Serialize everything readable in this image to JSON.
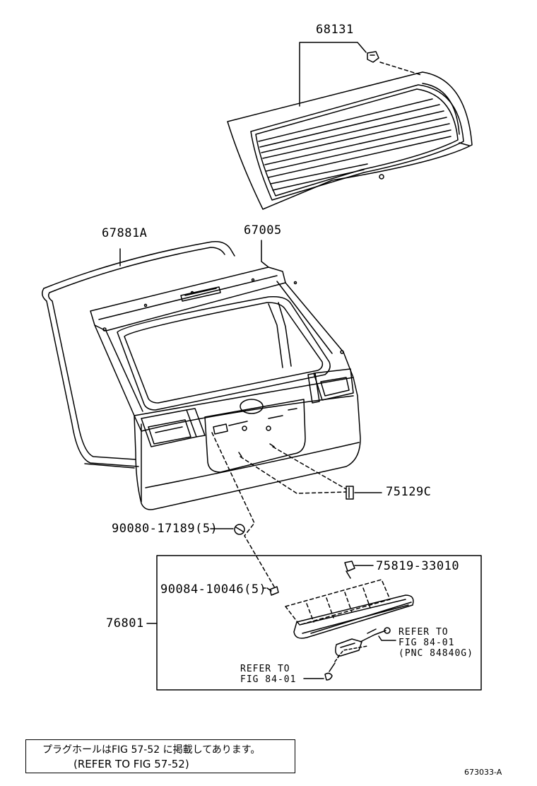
{
  "parts": {
    "p68131": "68131",
    "p67881a": "67881A",
    "p67005": "67005",
    "p75129c": "75129C",
    "p90080": "90080-17189(5)",
    "p75819": "75819-33010",
    "p90084": "90084-10046(5)",
    "p76801": "76801"
  },
  "refs": {
    "ref1_line1": "REFER TO",
    "ref1_line2": "FIG 84-01",
    "ref1_line3": "(PNC 84840G)",
    "ref2_line1": "REFER TO",
    "ref2_line2": "FIG 84-01"
  },
  "note": {
    "japanese": "プラグホールはFIG 57-52 に掲載してあります。",
    "english": "(REFER TO FIG  57-52)"
  },
  "figure_id": "673033-A"
}
